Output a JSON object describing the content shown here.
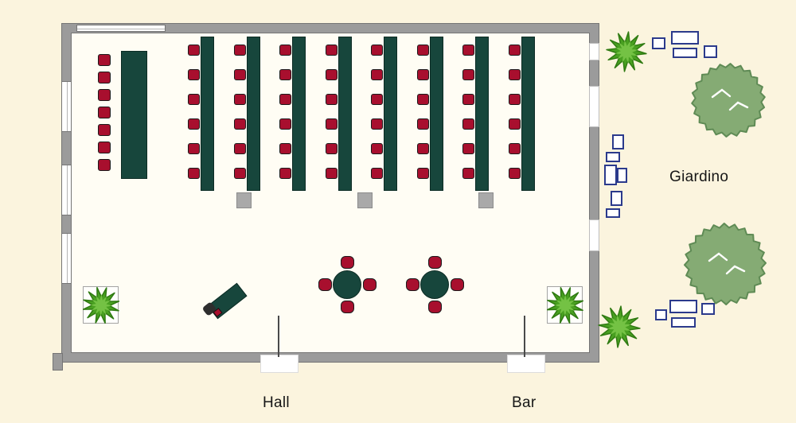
{
  "scene": "banquet-room-floor-plan",
  "labels": {
    "garden": "Giardino",
    "hall": "Hall",
    "bar": "Bar"
  },
  "seating": {
    "head_table_chairs": 7,
    "classroom_columns": 8,
    "chairs_per_column": 6,
    "round_tables": 2,
    "chairs_per_round_table": 4
  },
  "colors": {
    "background": "#fbf4de",
    "room_floor": "#fffdf4",
    "wall": "#9b9b9b",
    "wall_edge": "#757575",
    "table_green": "#17463c",
    "table_edge": "#0c2b24",
    "chair_red": "#a80f2e",
    "chair_edge": "#1b1b1b",
    "plant_green": "#49a021",
    "plant_dark": "#2f7a12",
    "plant_light": "#74c244",
    "tree_green": "#85ab74",
    "tree_edge": "#5f8b55",
    "furniture_blue": "#2b3a8c",
    "pillar_gray": "#a9a9a9"
  }
}
